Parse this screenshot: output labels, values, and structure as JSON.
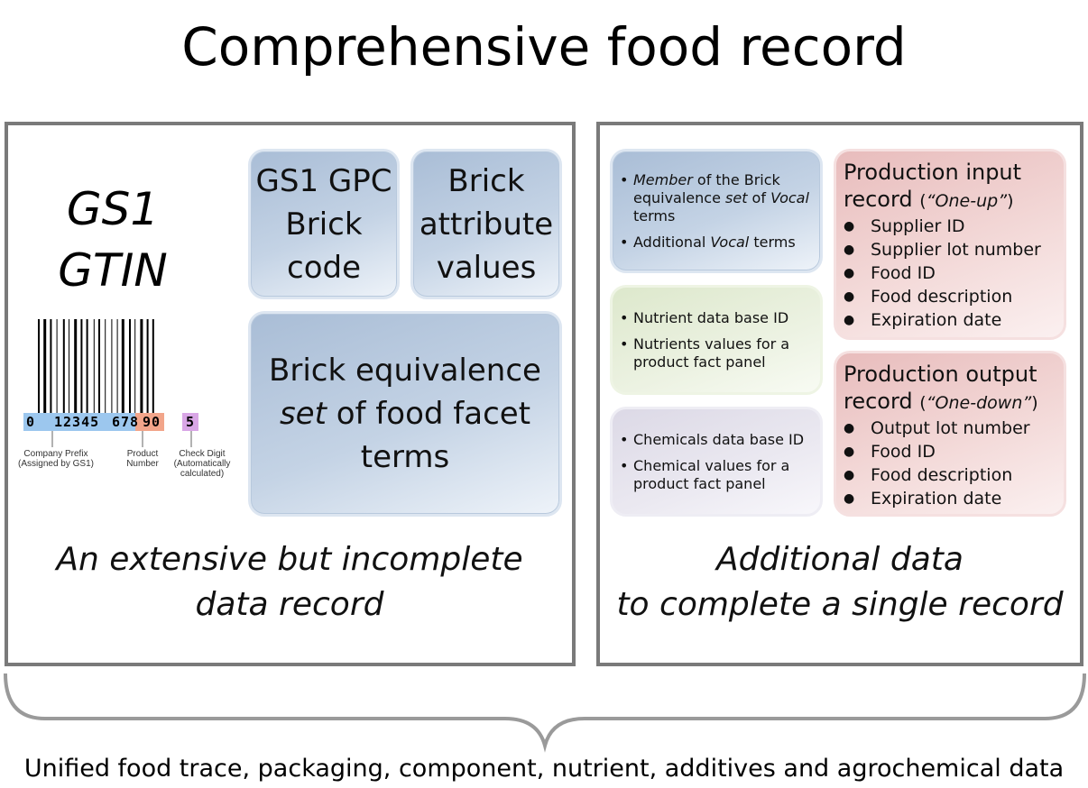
{
  "title": "Comprehensive food record",
  "left_panel": {
    "gs1_line1": "GS1",
    "gs1_line2": "GTIN",
    "barcode": {
      "first_digit": "0",
      "company_digits": "12345",
      "product_digits": "678",
      "product_digits_end": "90",
      "check_digit": "5",
      "label_company_1": "Company Prefix",
      "label_company_2": "(Assigned by GS1)",
      "label_product_1": "Product",
      "label_product_2": "Number",
      "label_check_1": "Check Digit",
      "label_check_2": "(Automatically",
      "label_check_3": "calculated)",
      "colors": {
        "company": "#9cc7ee",
        "product": "#f2a58a",
        "check": "#d9a6e6"
      }
    },
    "box_brick_code": {
      "line1": "GS1 GPC",
      "line2": "Brick",
      "line3": "code"
    },
    "box_brick_attr": {
      "line1": "Brick",
      "line2": "attribute",
      "line3": "values"
    },
    "box_equivalence": {
      "line1": "Brick equivalence",
      "line2_italic": "set",
      "line2_rest": " of food facet",
      "line3": "terms"
    },
    "caption_line1": "An extensive but incomplete",
    "caption_line2": "data record"
  },
  "right_panel": {
    "blue_box": {
      "item1_italic1": "Member",
      "item1_text1": " of the Brick equivalence ",
      "item1_italic2": "set",
      "item1_text2": " of ",
      "item1_italic3": "Vocal",
      "item1_text3": " terms",
      "item2_text": "Additional ",
      "item2_italic": "Vocal",
      "item2_text2": " terms"
    },
    "green_box": {
      "item1": "Nutrient data base ID",
      "item2": "Nutrients values for a product fact panel"
    },
    "purple_box": {
      "item1": "Chemicals data base ID",
      "item2": "Chemical values for a product fact panel"
    },
    "input_record": {
      "title_line1": "Production input",
      "title_line2": "record ",
      "title_paren_open": "(",
      "title_italic": "“One-up”",
      "title_paren_close": ")",
      "items": [
        "Supplier ID",
        "Supplier lot number",
        "Food ID",
        "Food description",
        "Expiration date"
      ]
    },
    "output_record": {
      "title_line1": "Production output",
      "title_line2": "record ",
      "title_paren_open": "(",
      "title_italic": "“One-down”",
      "title_paren_close": ")",
      "items": [
        "Output lot number",
        "Food ID",
        "Food description",
        "Expiration date"
      ]
    },
    "caption_line1": "Additional data",
    "caption_line2": "to complete a single record"
  },
  "bottom_text": "Unified food trace, packaging, component, nutrient, additives and agrochemical data",
  "colors": {
    "panel_border": "#7a7a7a",
    "brace": "#9a9a9a"
  }
}
